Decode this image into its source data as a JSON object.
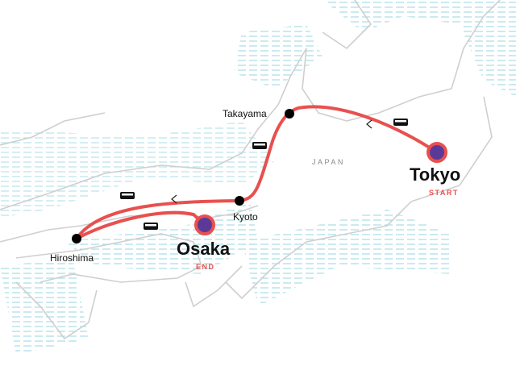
{
  "map": {
    "country_label": "JAPAN",
    "route_color": "#e8504f",
    "endpoint_fill": "#5a3a96",
    "stops": [
      {
        "name": "Tokyo",
        "tag": "START",
        "type": "endpoint"
      },
      {
        "name": "Takayama",
        "type": "stop"
      },
      {
        "name": "Kyoto",
        "type": "stop"
      },
      {
        "name": "Hiroshima",
        "type": "stop"
      },
      {
        "name": "Osaka",
        "tag": "END",
        "type": "endpoint"
      }
    ],
    "transport_icons": [
      "bus-icon",
      "bus-icon",
      "bus-icon",
      "bus-icon"
    ]
  }
}
